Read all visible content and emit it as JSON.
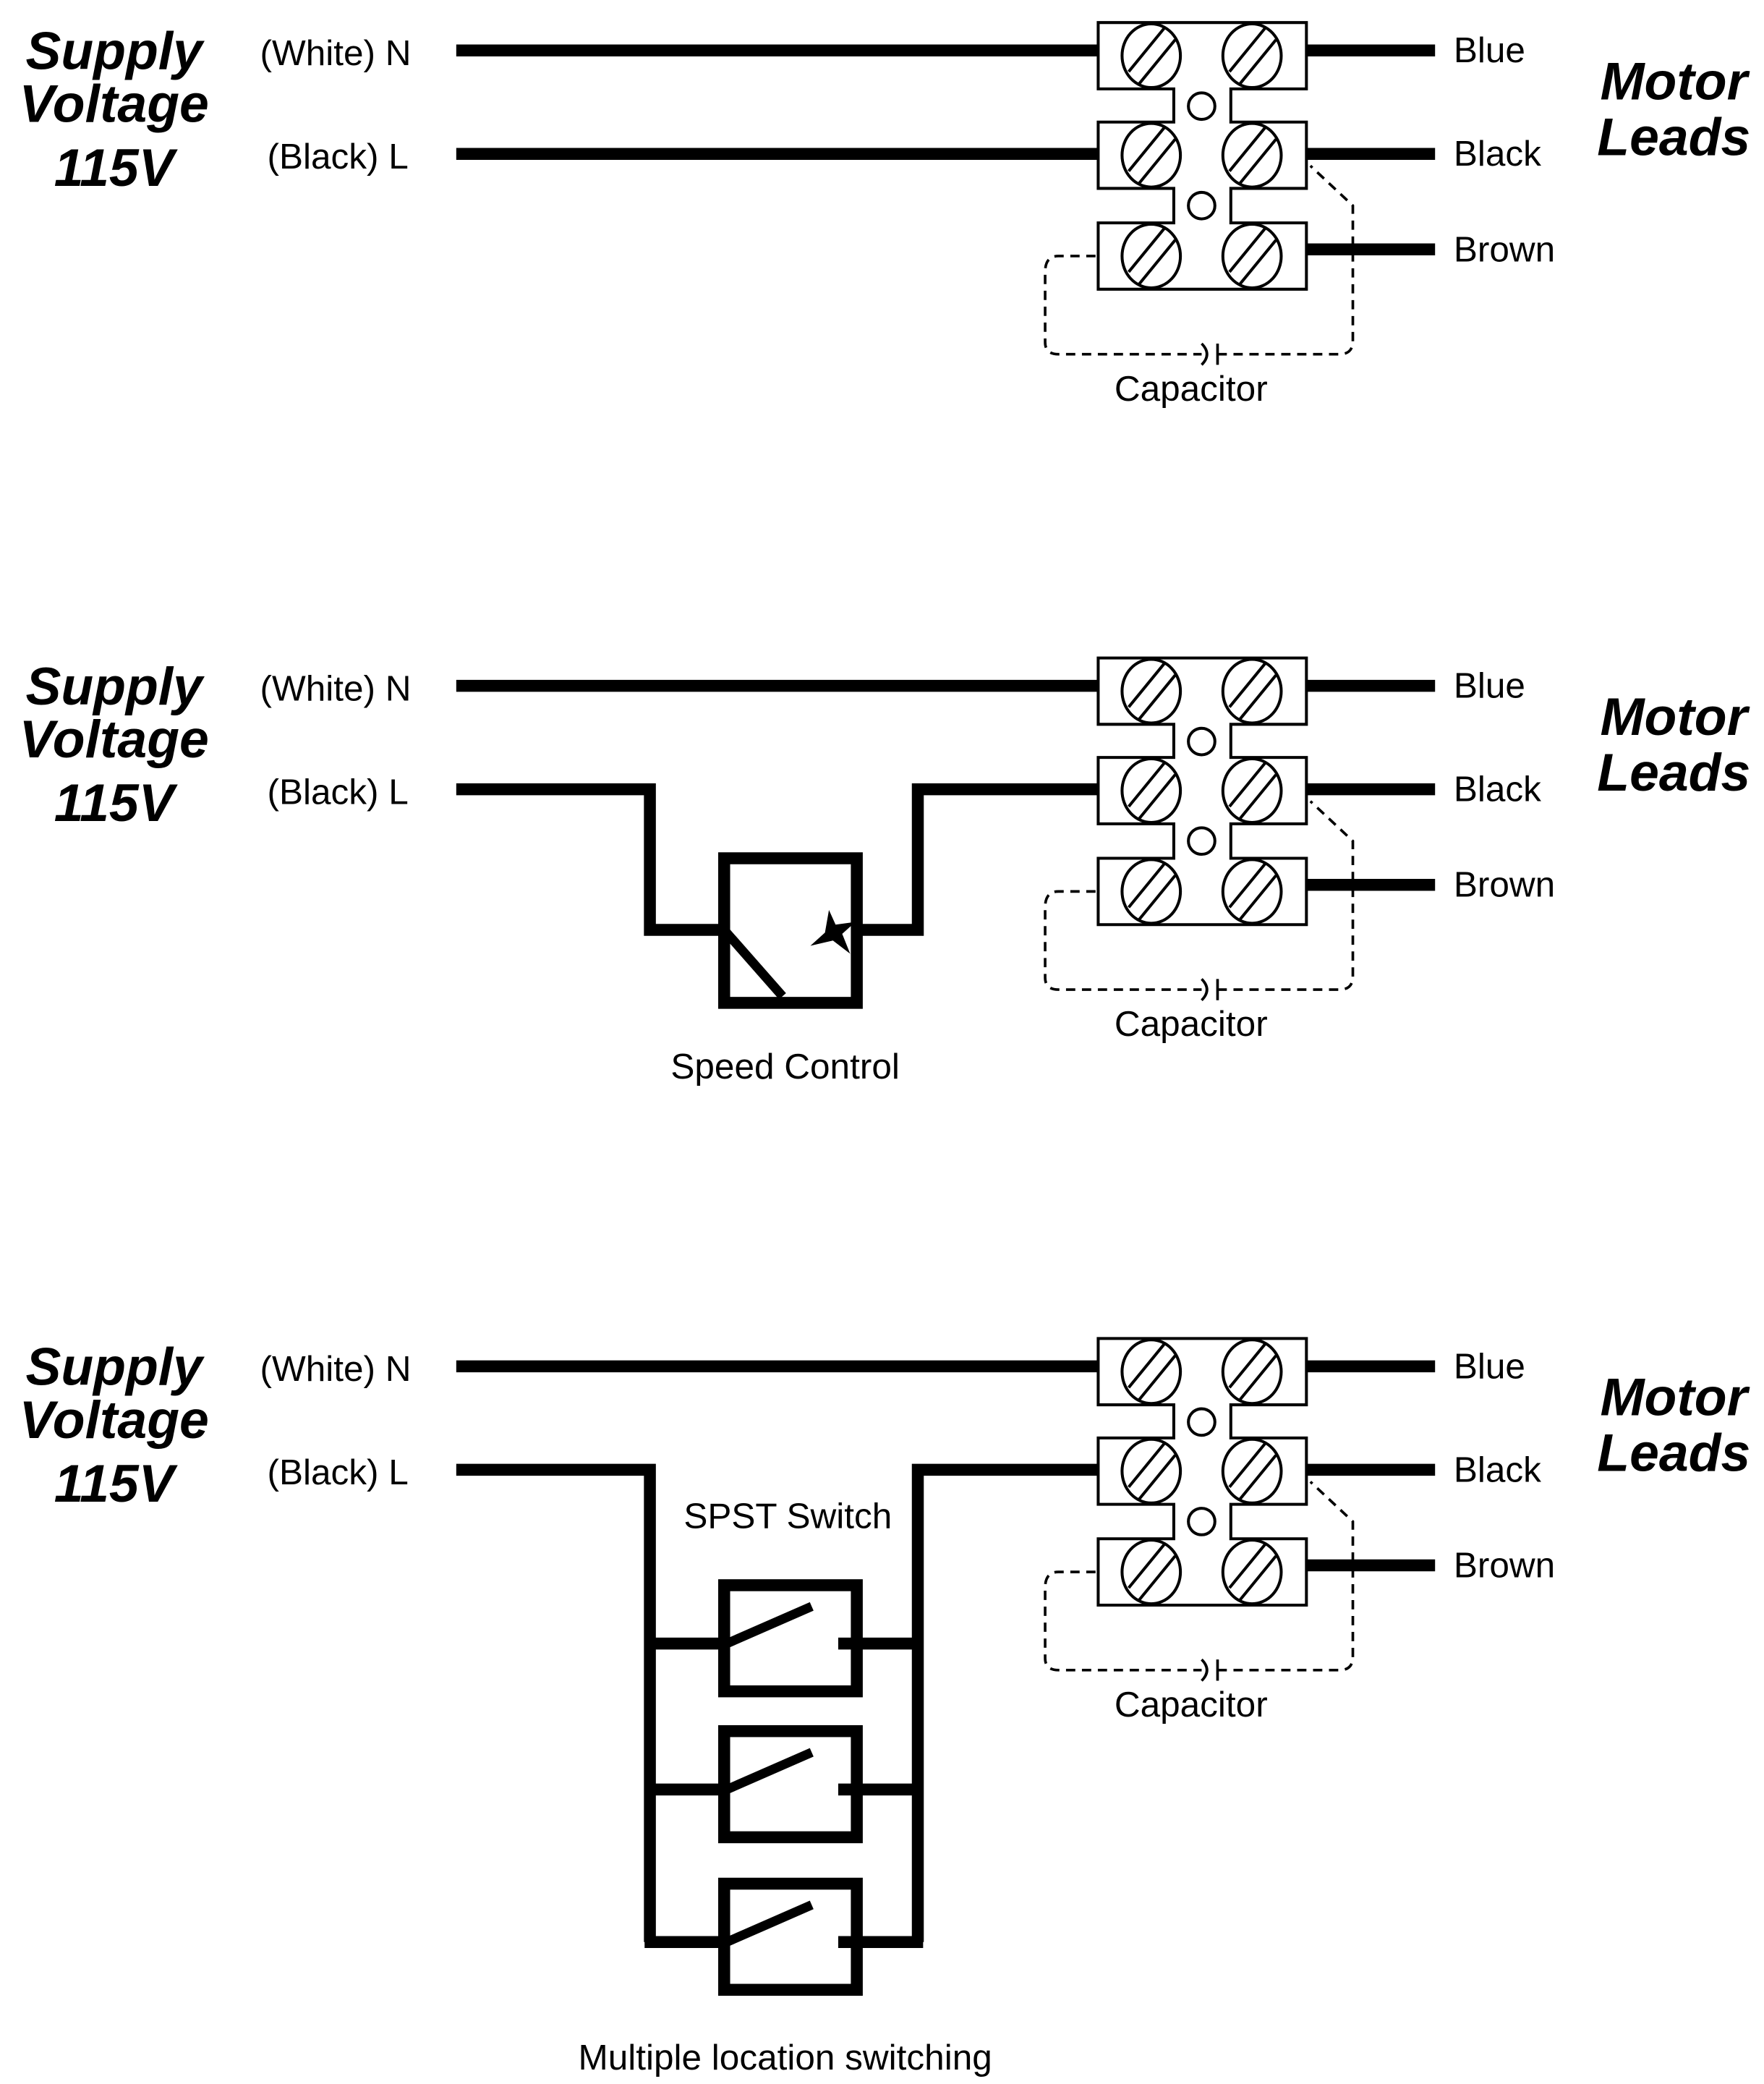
{
  "diagram": {
    "title": "Motor wiring diagrams",
    "panels": [
      {
        "id": "direct",
        "supply_title": [
          "Supply",
          "Voltage",
          "115V"
        ],
        "neutral_label": "(White) N",
        "line_label": "(Black) L",
        "motor_title": [
          "Motor",
          "Leads"
        ],
        "leads": [
          "Blue",
          "Black",
          "Brown"
        ],
        "capacitor_label": "Capacitor",
        "control": null,
        "control_label": ""
      },
      {
        "id": "speed-control",
        "supply_title": [
          "Supply",
          "Voltage",
          "115V"
        ],
        "neutral_label": "(White) N",
        "line_label": "(Black) L",
        "motor_title": [
          "Motor",
          "Leads"
        ],
        "leads": [
          "Blue",
          "Black",
          "Brown"
        ],
        "capacitor_label": "Capacitor",
        "control": "speed-control",
        "control_label": "Speed Control"
      },
      {
        "id": "multi-switch",
        "supply_title": [
          "Supply",
          "Voltage",
          "115V"
        ],
        "neutral_label": "(White) N",
        "line_label": "(Black) L",
        "motor_title": [
          "Motor",
          "Leads"
        ],
        "leads": [
          "Blue",
          "Black",
          "Brown"
        ],
        "capacitor_label": "Capacitor",
        "control": "spst-switches",
        "control_label_top": "SPST Switch",
        "control_label": "Multiple location switching",
        "switch_count": 3
      }
    ]
  },
  "colors": {
    "ink": "#000000",
    "paper": "#ffffff"
  }
}
